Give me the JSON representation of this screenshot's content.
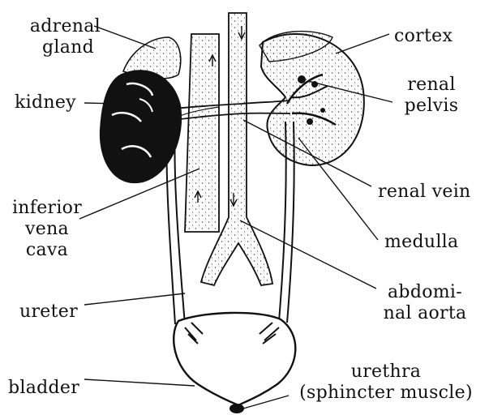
{
  "labels": {
    "adrenal_gland_line1": "adrenal",
    "adrenal_gland_line2": "gland",
    "kidney": "kidney",
    "inferior_vena_cava_line1": "inferior",
    "inferior_vena_cava_line2": "vena",
    "inferior_vena_cava_line3": "cava",
    "ureter": "ureter",
    "bladder": "bladder",
    "cortex": "cortex",
    "renal_pelvis_line1": "renal",
    "renal_pelvis_line2": "pelvis",
    "renal_vein": "renal vein",
    "medulla": "medulla",
    "abdominal_aorta_line1": "abdomi-",
    "abdominal_aorta_line2": "nal aorta",
    "urethra_line1": "urethra",
    "urethra_line2": "(sphincter muscle)"
  },
  "colors": {
    "ink": "#111111",
    "paper": "#ffffff"
  }
}
